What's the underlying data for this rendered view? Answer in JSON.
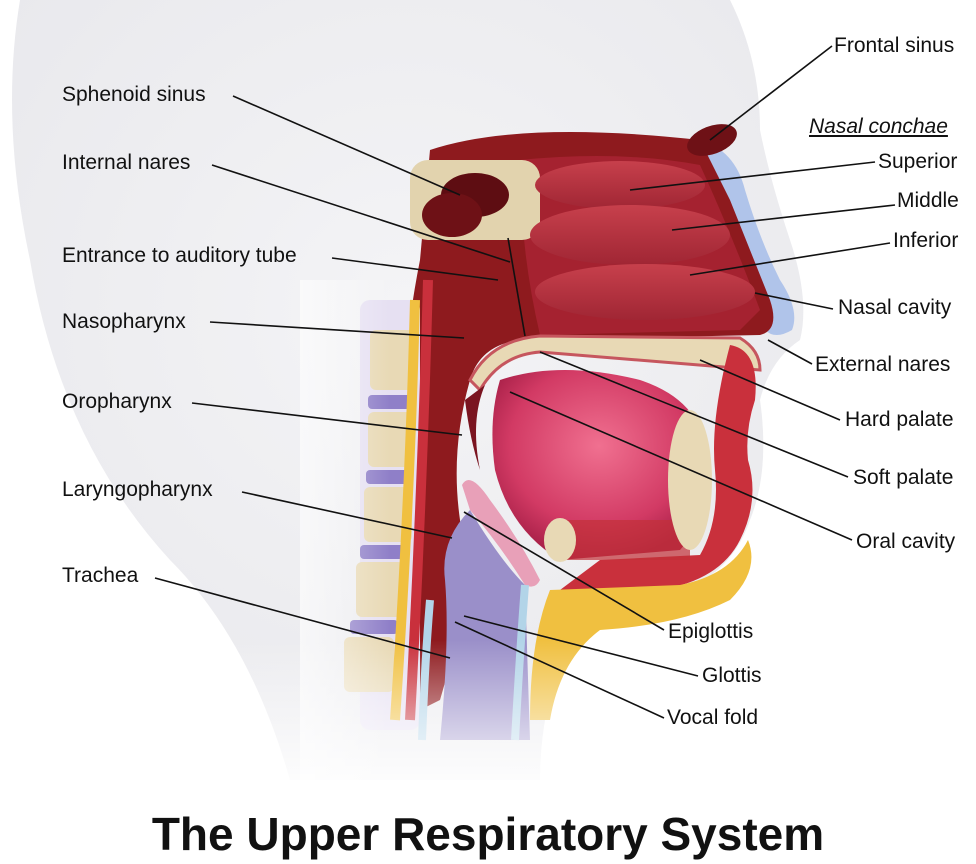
{
  "title": "The Upper Respiratory System",
  "labels_left": {
    "sphenoid_sinus": "Sphenoid sinus",
    "internal_nares": "Internal nares",
    "entrance_auditory_tube": "Entrance to auditory tube",
    "nasopharynx": "Nasopharynx",
    "oropharynx": "Oropharynx",
    "laryngopharynx": "Laryngopharynx",
    "trachea": "Trachea"
  },
  "labels_right": {
    "frontal_sinus": "Frontal sinus",
    "nasal_conchae_heading": "Nasal conchae",
    "superior": "Superior",
    "middle": "Middle",
    "inferior": "Inferior",
    "nasal_cavity": "Nasal cavity",
    "external_nares": "External nares",
    "hard_palate": "Hard palate",
    "soft_palate": "Soft palate",
    "oral_cavity": "Oral cavity"
  },
  "labels_bottom": {
    "epiglottis": "Epiglottis",
    "glottis": "Glottis",
    "vocal_fold": "Vocal fold"
  },
  "colors": {
    "tissue_dark_red": "#8e1a1e",
    "tissue_red": "#c0303a",
    "tissue_pink": "#e0607a",
    "tongue_magenta": "#d83a6a",
    "bone_beige": "#e8d9b5",
    "vertebra_disc": "#8f7fc8",
    "fat_yellow": "#f0c040",
    "skin_blue": "#b0c4ea",
    "trachea_lavender": "#9a8fc9",
    "silhouette": "#f2f2f4"
  }
}
